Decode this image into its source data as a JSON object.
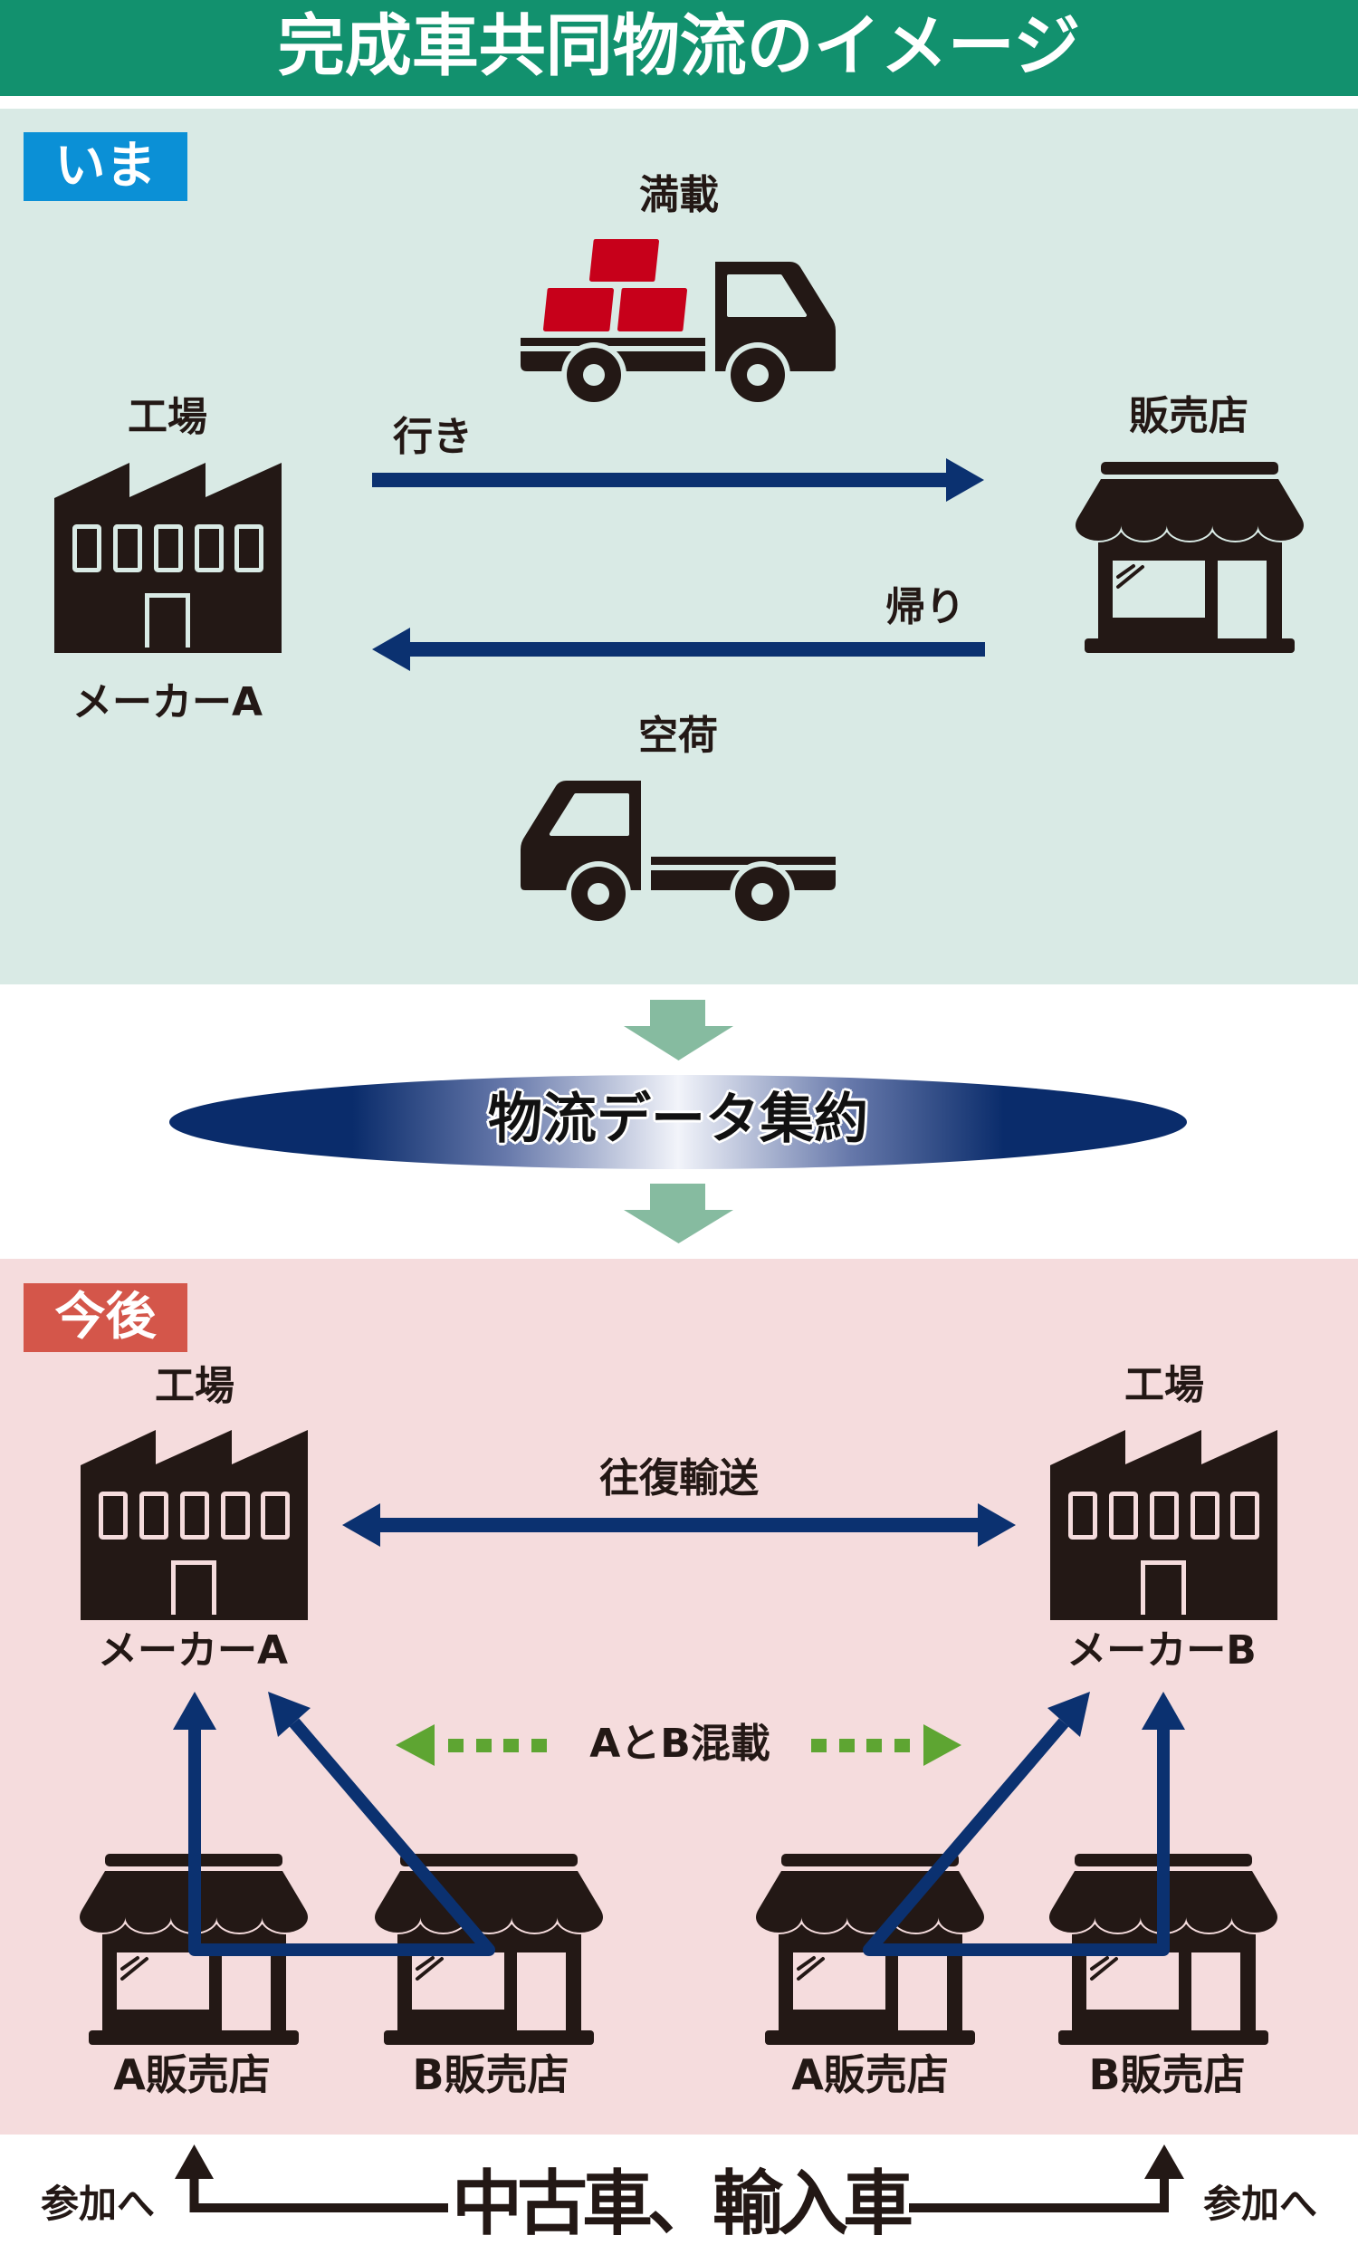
{
  "title": "完成車共同物流のイメージ",
  "now": {
    "badge": "いま",
    "loaded_truck_label": "満載",
    "factory_label": "工場",
    "maker_label": "メーカーA",
    "outbound_label": "行き",
    "return_label": "帰り",
    "store_label": "販売店",
    "empty_truck_label": "空荷"
  },
  "aggregation": {
    "label": "物流データ集約"
  },
  "future": {
    "badge": "今後",
    "factory_a": {
      "label": "工場",
      "maker": "メーカーA"
    },
    "factory_b": {
      "label": "工場",
      "maker": "メーカーB"
    },
    "round_trip_label": "往復輸送",
    "mixed_load_label": "AとB混載",
    "stores": [
      {
        "label": "A販売店"
      },
      {
        "label": "B販売店"
      },
      {
        "label": "A販売店"
      },
      {
        "label": "B販売店"
      }
    ]
  },
  "footer": {
    "left_label": "参加へ",
    "center_label": "中古車、輸入車",
    "right_label": "参加へ"
  },
  "icons": {
    "truck": "truck-icon",
    "factory": "factory-icon",
    "store": "store-icon",
    "arrow": "arrow-icon"
  },
  "colors": {
    "header_bg": "#12916e",
    "title_text": "#ffffff",
    "now_bg": "#d9eae5",
    "future_bg": "#f5dcdd",
    "now_badge": "#0b90d6",
    "future_badge": "#d4564a",
    "flow_arrow": "#0b3170",
    "mixed_load_arrow": "#5ea532",
    "transition_arrow": "#86bba0",
    "cargo": "#c7001a",
    "icon": "#231815",
    "ellipse_edge": "#0a2c6b",
    "ellipse_center": "#f2f4fa"
  }
}
